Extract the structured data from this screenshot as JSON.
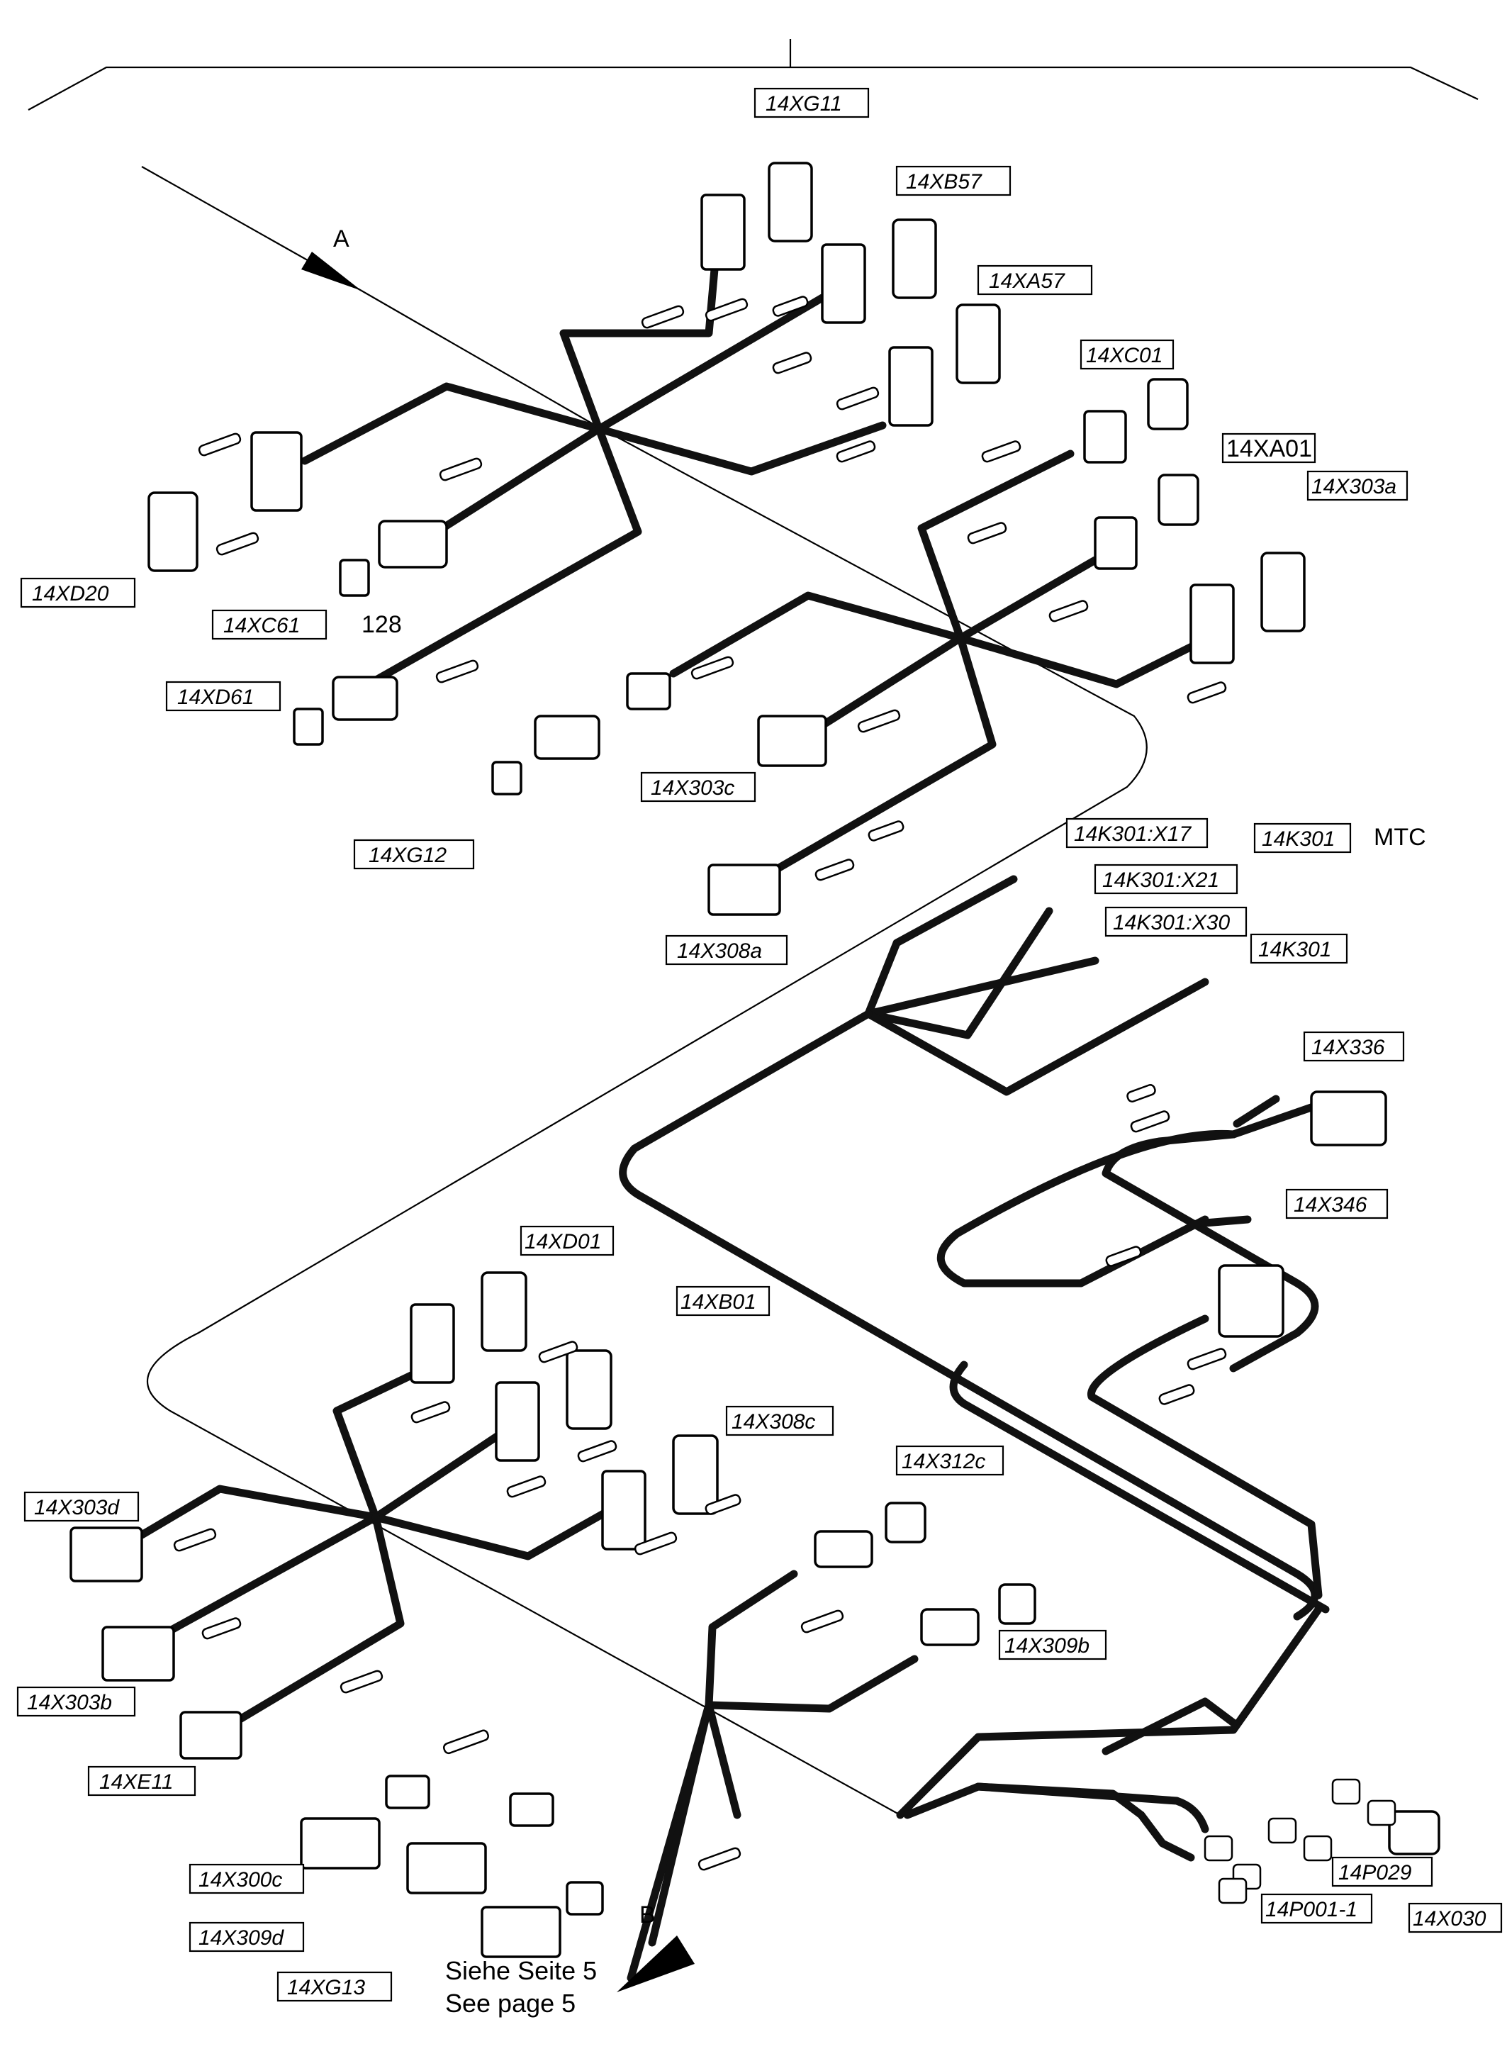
{
  "labels": {
    "xg11": "14XG11",
    "xb57": "14XB57",
    "xa57": "14XA57",
    "xc01": "14XC01",
    "xa01": "14XA01",
    "x303a": "14X303a",
    "xd20": "14XD20",
    "xc61": "14XC61",
    "num128": "128",
    "xd61": "14XD61",
    "x303c": "14X303c",
    "xg12": "14XG12",
    "k301x17": "14K301:X17",
    "k301a": "14K301",
    "mtc": "MTC",
    "k301x21": "14K301:X21",
    "k301x30": "14K301:X30",
    "k301b": "14K301",
    "x308a": "14X308a",
    "x336": "14X336",
    "x346": "14X346",
    "xd01": "14XD01",
    "xb01": "14XB01",
    "x308c": "14X308c",
    "x312c": "14X312c",
    "x303d": "14X303d",
    "x309b": "14X309b",
    "x303b": "14X303b",
    "xe11": "14XE11",
    "x300c": "14X300c",
    "x309d": "14X309d",
    "xg13": "14XG13",
    "p029": "14P029",
    "p001": "14P001-1",
    "x030": "14X030"
  },
  "arrows": {
    "a": "A",
    "b": "B"
  },
  "footer": {
    "de": "Siehe Seite 5",
    "en": "See page 5"
  }
}
